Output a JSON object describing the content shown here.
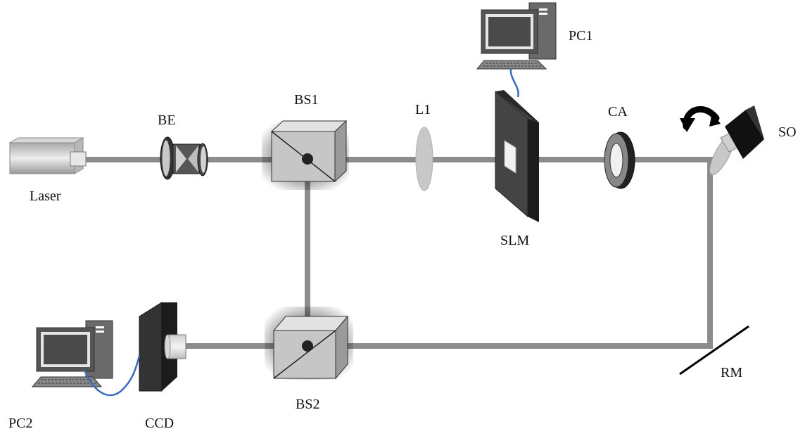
{
  "diagram": {
    "labels": {
      "laser": "Laser",
      "be": "BE",
      "bs1": "BS1",
      "l1": "L1",
      "slm": "SLM",
      "ca": "CA",
      "so": "SO",
      "pc1": "PC1",
      "pc2": "PC2",
      "ccd": "CCD",
      "bs2": "BS2",
      "rm": "RM"
    },
    "colors": {
      "beam": "#8c8c8c",
      "cable": "#3a6bbf",
      "ink": "#111111"
    }
  }
}
